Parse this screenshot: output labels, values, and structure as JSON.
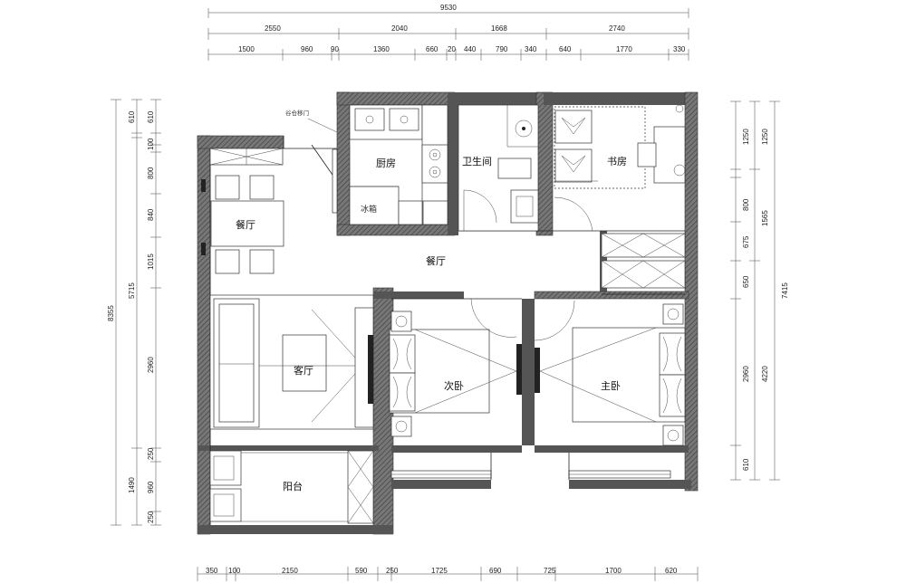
{
  "dimensions": {
    "top_total": "9530",
    "top_row1": [
      "2550",
      "2040",
      "1668",
      "2740"
    ],
    "top_row2": [
      "1500",
      "960",
      "90",
      "1360",
      "660",
      "20",
      "440",
      "790",
      "340",
      "640",
      "1770",
      "330"
    ],
    "bottom_row": [
      "350",
      "100",
      "2150",
      "590",
      "250",
      "1725",
      "690",
      "725",
      "1700",
      "620"
    ],
    "left_total": "8355",
    "left_mid": [
      "5715",
      "1490"
    ],
    "left_inner": [
      "610",
      "100",
      "800",
      "840",
      "1015",
      "2960",
      "250",
      "960",
      "250"
    ],
    "left_top_single": "610",
    "right_inner": [
      "1250",
      "800",
      "675",
      "650",
      "2960",
      "610"
    ],
    "right_mid": [
      "1250",
      "1565",
      "4220"
    ],
    "right_total": "7415"
  },
  "rooms": {
    "kitchen": "厨房",
    "bathroom": "卫生间",
    "study": "书房",
    "dining_left": "餐厅",
    "dining_center": "餐厅",
    "living": "客厅",
    "bedroom2": "次卧",
    "master": "主卧",
    "balcony": "阳台"
  },
  "annotations": {
    "fridge": "冰箱",
    "door_note": "谷仓移门"
  }
}
